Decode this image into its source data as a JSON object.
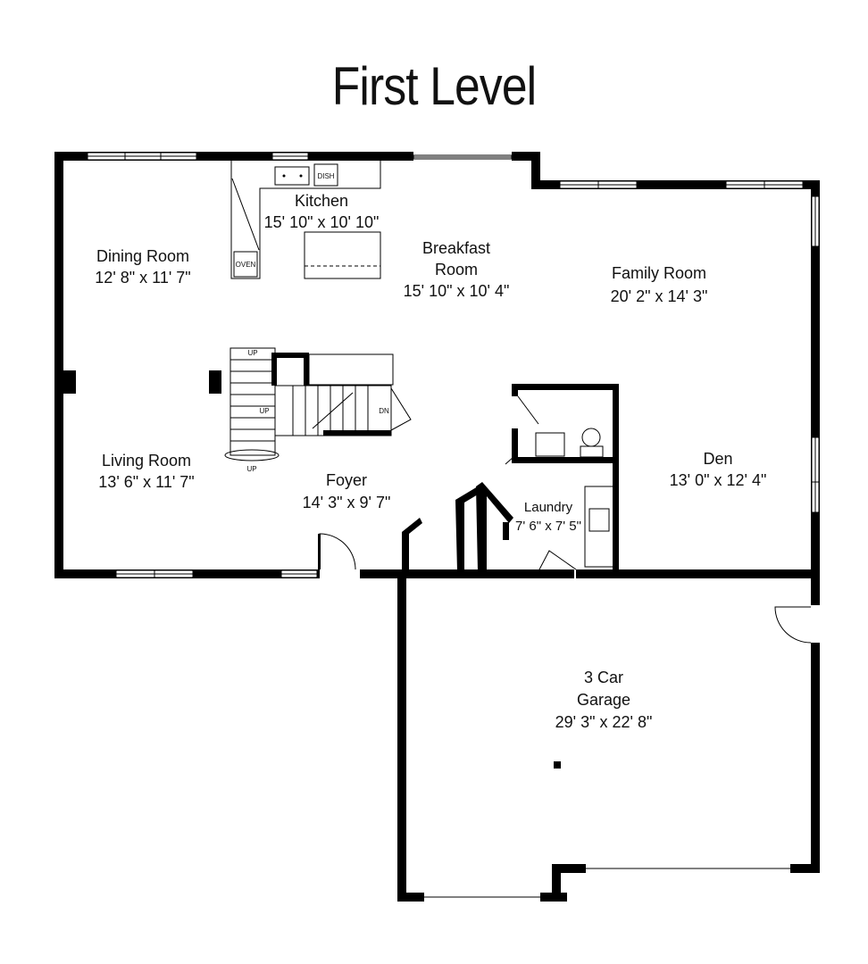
{
  "plan": {
    "title": "First Level",
    "rooms": [
      {
        "id": "kitchen",
        "name": "Kitchen",
        "size": "15' 10\" x 10' 10\""
      },
      {
        "id": "dining",
        "name": "Dining Room",
        "size": "12' 8\" x 11' 7\""
      },
      {
        "id": "breakfast",
        "name_line1": "Breakfast",
        "name_line2": "Room",
        "size": "15' 10\" x 10' 4\""
      },
      {
        "id": "family",
        "name": "Family Room",
        "size": "20' 2\" x 14' 3\""
      },
      {
        "id": "living",
        "name": "Living Room",
        "size": "13' 6\" x 11' 7\""
      },
      {
        "id": "foyer",
        "name": "Foyer",
        "size": "14' 3\" x 9' 7\""
      },
      {
        "id": "laundry",
        "name": "Laundry",
        "size": "7' 6\" x 7' 5\""
      },
      {
        "id": "den",
        "name": "Den",
        "size": "13' 0\" x 12' 4\""
      },
      {
        "id": "garage",
        "name_line1": "3 Car",
        "name_line2": "Garage",
        "size": "29' 3\" x 22' 8\""
      }
    ],
    "fixtures": {
      "dish": "DISH",
      "oven": "OVEN",
      "stair_up_1": "UP",
      "stair_up_2": "UP",
      "stair_up_3": "UP",
      "stair_dn": "DN"
    }
  }
}
